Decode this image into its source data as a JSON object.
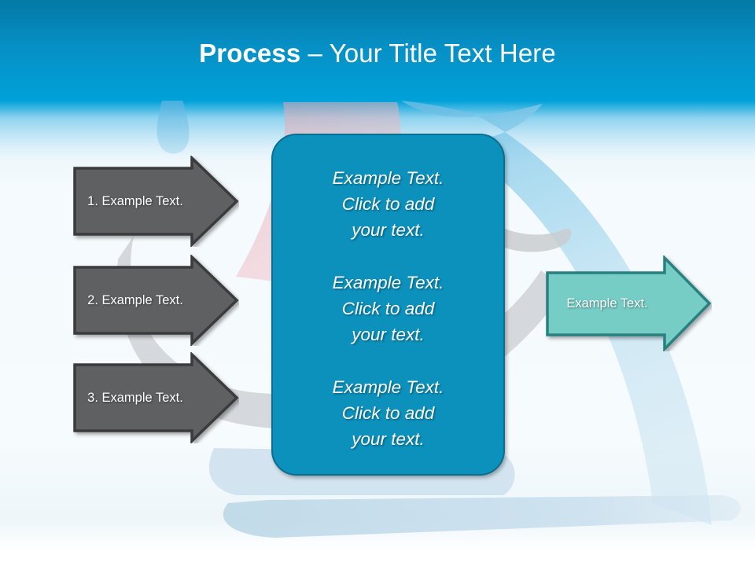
{
  "slide": {
    "title": {
      "strong": "Process",
      "rest": " – Your Title Text Here"
    },
    "colors": {
      "header_top": "#0479a6",
      "header_bottom": "#00a0d8",
      "body_background": "#f6fbfd",
      "gray_arrow_fill": "#5f6062",
      "gray_arrow_border": "#3a3b3d",
      "center_box_fill": "#0c91bd",
      "center_box_border": "#0a6e91",
      "teal_arrow_fill": "#74cdc6",
      "teal_arrow_border": "#2a7f7f",
      "title_text": "#ffffff",
      "body_text": "#ffffff"
    }
  },
  "left_arrows": [
    {
      "label": "1. Example Text."
    },
    {
      "label": "2. Example Text."
    },
    {
      "label": "3. Example Text."
    }
  ],
  "center_box": {
    "paragraphs": [
      "Example Text.\nClick  to add\nyour text.",
      "Example Text.\nClick  to add\nyour text.",
      "Example Text.\nClick  to add\nyour text."
    ]
  },
  "right_arrow": {
    "label": "Example Text."
  }
}
